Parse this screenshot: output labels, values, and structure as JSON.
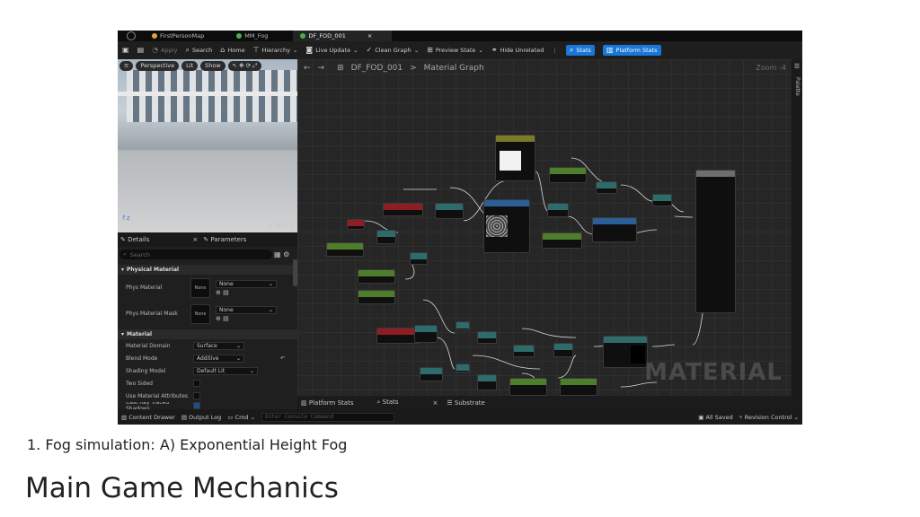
{
  "tabs": [
    {
      "label": "FirstPersonMap",
      "color": "#e0a23a"
    },
    {
      "label": "MM_Fog",
      "color": "#47b04a"
    },
    {
      "label": "DF_FOD_001",
      "color": "#47b04a",
      "close": "×"
    }
  ],
  "toolbar": {
    "apply": "Apply",
    "search": "Search",
    "home": "Home",
    "hierarchy": "Hierarchy",
    "live_update": "Live Update",
    "clean_graph": "Clean Graph",
    "preview_state": "Preview State",
    "hide_unrelated": "Hide Unrelated",
    "stats": "Stats",
    "platform_stats": "Platform Stats"
  },
  "viewport": {
    "perspective": "Perspective",
    "lit": "Lit",
    "show": "Show"
  },
  "details": {
    "tab_details": "Details",
    "tab_close": "×",
    "tab_parameters": "Parameters",
    "search_placeholder": "Search",
    "section_physical": "Physical Material",
    "phys_material_label": "Phys Material",
    "phys_material_value": "None",
    "phys_material_thumb": "None",
    "phys_mask_label": "Phys Material Mask",
    "phys_mask_value": "None",
    "phys_mask_thumb": "None",
    "section_material": "Material",
    "domain_label": "Material Domain",
    "domain_value": "Surface",
    "blend_label": "Blend Mode",
    "blend_value": "Additive",
    "shading_label": "Shading Model",
    "shading_value": "Default Lit",
    "two_sided_label": "Two Sided",
    "use_attr_label": "Use Material Attributes",
    "cast_ray_label": "Cast Ray Traced Shadows"
  },
  "graph": {
    "breadcrumb_asset": "DF_FOD_001",
    "breadcrumb_sep": ">",
    "breadcrumb_page": "Material Graph",
    "zoom": "Zoom -4",
    "palette": "Palette",
    "watermark": "MATERIAL",
    "footer_platform": "Platform Stats",
    "footer_stats": "Stats",
    "footer_close": "×",
    "footer_substrate": "Substrate"
  },
  "statusbar": {
    "content_drawer": "Content Drawer",
    "output_log": "Output Log",
    "cmd": "Cmd",
    "console_placeholder": "Enter Console Command",
    "all_saved": "All Saved",
    "revision": "Revision Control"
  },
  "caption": "1. Fog simulation: A) Exponential Height Fog",
  "heading": "Main Game Mechanics",
  "node_colors": {
    "red": "#8e1d24",
    "green": "#4e7d2c",
    "blue": "#2a5f96",
    "teal": "#2e6b6b",
    "gray": "#6e6e6e",
    "olive": "#7a7a28"
  }
}
